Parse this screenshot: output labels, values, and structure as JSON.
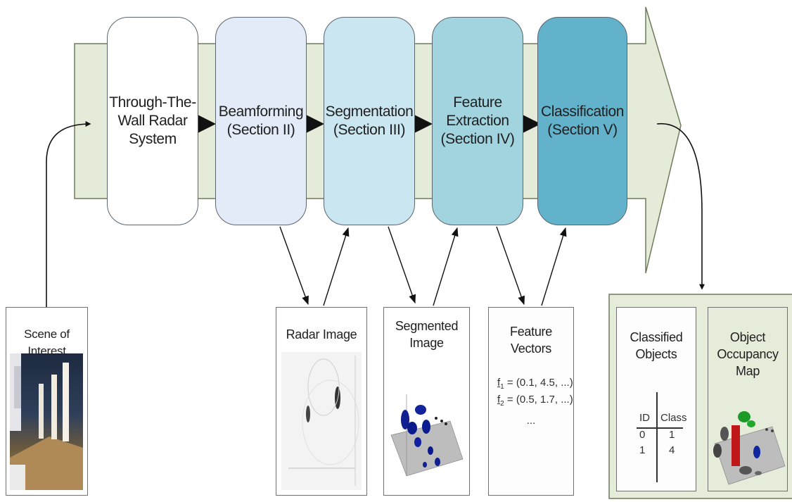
{
  "stages": [
    {
      "id": "radar",
      "label": "Through-The-\nWall Radar\nSystem",
      "fill": "#ffffff"
    },
    {
      "id": "beamforming",
      "label": "Beamforming\n(Section II)",
      "fill": "#e4ebf8"
    },
    {
      "id": "segmentation",
      "label": "Segmentation\n(Section III)",
      "fill": "#cae6f0"
    },
    {
      "id": "feature",
      "label": "Feature\nExtraction\n(Section IV)",
      "fill": "#a2d4e0"
    },
    {
      "id": "classification",
      "label": "Classification\n(Section V)",
      "fill": "#62b2cc"
    }
  ],
  "panels": {
    "scene": {
      "title": "Scene of Interest"
    },
    "radar_image": {
      "title": "Radar Image"
    },
    "segmented": {
      "title": "Segmented\nImage"
    },
    "features": {
      "title": "Feature Vectors",
      "rows": [
        {
          "var": "f",
          "sub": "1",
          "val": " = (0.1, 4.5, ...)"
        },
        {
          "var": "f",
          "sub": "2",
          "val": " = (0.5, 1.7, ...)"
        }
      ],
      "more": "..."
    },
    "classified": {
      "title": "Classified\nObjects",
      "columns": [
        "ID",
        "Class"
      ],
      "rows": [
        [
          "0",
          "1"
        ],
        [
          "1",
          "4"
        ]
      ]
    },
    "occupancy": {
      "title": "Object\nOccupancy Map"
    }
  },
  "colors": {
    "band": "#e4ebd8",
    "band_border": "#6e7c5c",
    "arrow": "#101010"
  }
}
